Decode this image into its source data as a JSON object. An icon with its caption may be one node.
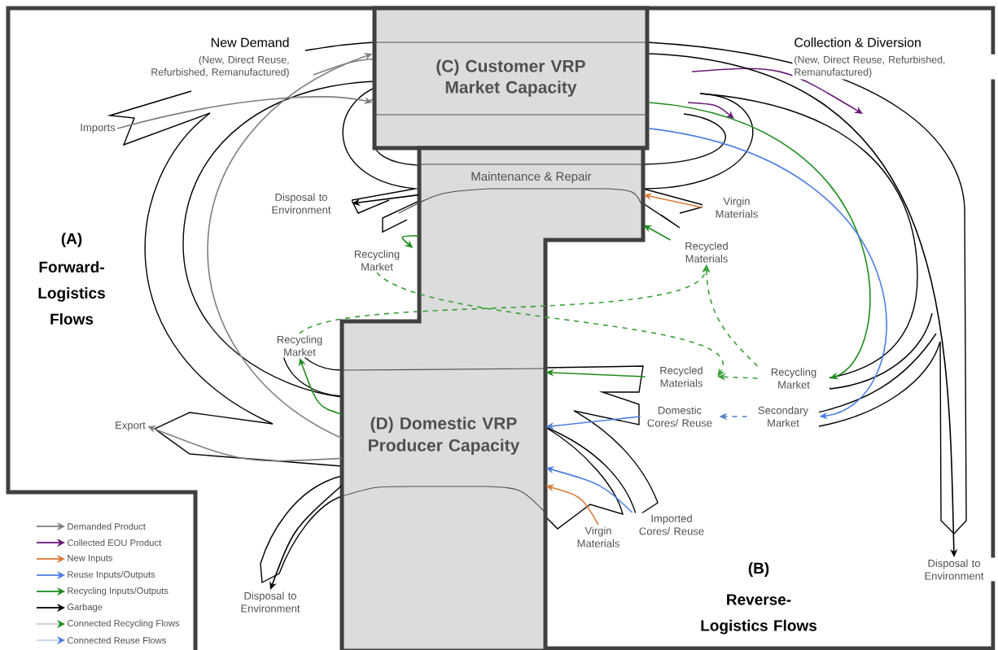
{
  "diagram": {
    "nodes": [
      {
        "text": [
          "(C) Customer VRP Market Capacity"
        ]
      },
      {
        "text": [
          "Maintenance & Repair"
        ]
      },
      {
        "text": [
          "(D) Domestic VRP Producer Capacity"
        ]
      },
      {
        "text": [
          "Recycling Market"
        ]
      },
      {
        "text": [
          "Recycled Materials"
        ]
      },
      {
        "text": [
          "Recycling Market"
        ]
      },
      {
        "text": [
          "Recycled Materials"
        ]
      },
      {
        "text": [
          "Domestic Cores/ Reuse"
        ]
      },
      {
        "text": [
          "Recycling Market"
        ]
      },
      {
        "text": [
          "Secondary Market"
        ]
      },
      {
        "text": [
          "Imports"
        ]
      },
      {
        "text": [
          "Disposal to Environment"
        ]
      },
      {
        "text": [
          "Virgin Materials"
        ]
      },
      {
        "text": [
          "Export"
        ]
      },
      {
        "text": [
          "Imported Cores/ Reuse"
        ]
      },
      {
        "text": [
          "Virgin Materials"
        ]
      },
      {
        "text": [
          "Disposal to Environment"
        ]
      },
      {
        "text": [
          "Disposal to Environment"
        ]
      }
    ],
    "edges": [
      {
        "from": 3,
        "to": 6,
        "arrow": "to",
        "style": "dashed",
        "color": "#3aa03a"
      },
      {
        "from": 5,
        "to": 4,
        "arrow": "to",
        "style": "dashed",
        "color": "#3aa03a"
      },
      {
        "from": 8,
        "to": 4,
        "arrow": "to",
        "style": "dashed",
        "color": "#3aa03a"
      },
      {
        "from": 8,
        "to": 6,
        "arrow": "to",
        "style": "dashed",
        "color": "#3aa03a"
      },
      {
        "from": 9,
        "to": 7,
        "arrow": "to",
        "style": "dashed",
        "color": "#4f81bd"
      },
      {
        "from": 10,
        "to": 0,
        "arrow": "to",
        "color": "#7f7f7f"
      },
      {
        "from": 2,
        "to": 0,
        "arrow": "to",
        "color": "#7f7f7f"
      },
      {
        "from": 1,
        "to": 11,
        "arrow": "to",
        "color": "#000000"
      },
      {
        "from": 1,
        "to": 3,
        "arrow": "to",
        "color": "#1e8c1e"
      },
      {
        "from": 12,
        "to": 1,
        "arrow": "to",
        "color": "#d97b3a"
      },
      {
        "from": 4,
        "to": 1,
        "arrow": "to",
        "color": "#1e8c1e"
      },
      {
        "from": 2,
        "to": 5,
        "arrow": "to",
        "color": "#1e8c1e"
      },
      {
        "from": 2,
        "to": 13,
        "arrow": "to",
        "color": "#7f7f7f"
      },
      {
        "from": 2,
        "to": 17,
        "arrow": "to",
        "color": "#000000"
      },
      {
        "from": 6,
        "to": 2,
        "arrow": "to",
        "color": "#1e8c1e"
      },
      {
        "from": 7,
        "to": 2,
        "arrow": "to",
        "color": "#4f7fe0"
      },
      {
        "from": 14,
        "to": 2,
        "arrow": "to",
        "color": "#4f7fe0"
      },
      {
        "from": 15,
        "to": 2,
        "arrow": "to",
        "color": "#d97b3a"
      },
      {
        "from": 0,
        "to": 8,
        "arrow": "to",
        "color": "#1e8c1e"
      },
      {
        "from": 0,
        "to": 9,
        "arrow": "to",
        "color": "#4f7fe0"
      },
      {
        "from": 0,
        "to": 16,
        "arrow": "to",
        "color": "#000000"
      }
    ],
    "labels": [
      "New Demand",
      "(New, Direct Reuse, Refurbished, Remanufactured)",
      "Collection & Diversion",
      "(New, Direct Reuse, Refurbished, Remanufactured)",
      "(A)",
      "Forward-Logistics Flows",
      "(B)",
      "Reverse-Logistics Flows"
    ],
    "legend": [
      {
        "text": "Demanded Product"
      },
      {
        "text": "Collected EOU Product"
      },
      {
        "text": "New Inputs"
      },
      {
        "text": "Reuse Inputs/Outputs"
      },
      {
        "text": "Recycling Inputs/Outputs"
      },
      {
        "text": "Garbage"
      },
      {
        "text": "Connected Recycling Flows"
      },
      {
        "text": "Connected Reuse Flows"
      }
    ]
  }
}
